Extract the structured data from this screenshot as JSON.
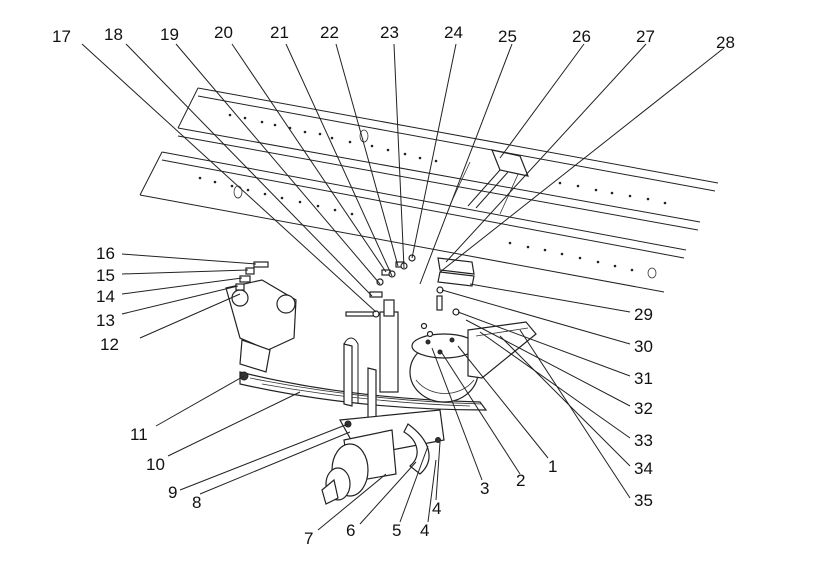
{
  "labels": [
    "1",
    "2",
    "3",
    "4",
    "4",
    "5",
    "6",
    "7",
    "8",
    "9",
    "10",
    "11",
    "12",
    "13",
    "14",
    "15",
    "16",
    "17",
    "18",
    "19",
    "20",
    "21",
    "22",
    "23",
    "24",
    "25",
    "26",
    "27",
    "28",
    "29",
    "30",
    "31",
    "32",
    "33",
    "34",
    "35"
  ]
}
